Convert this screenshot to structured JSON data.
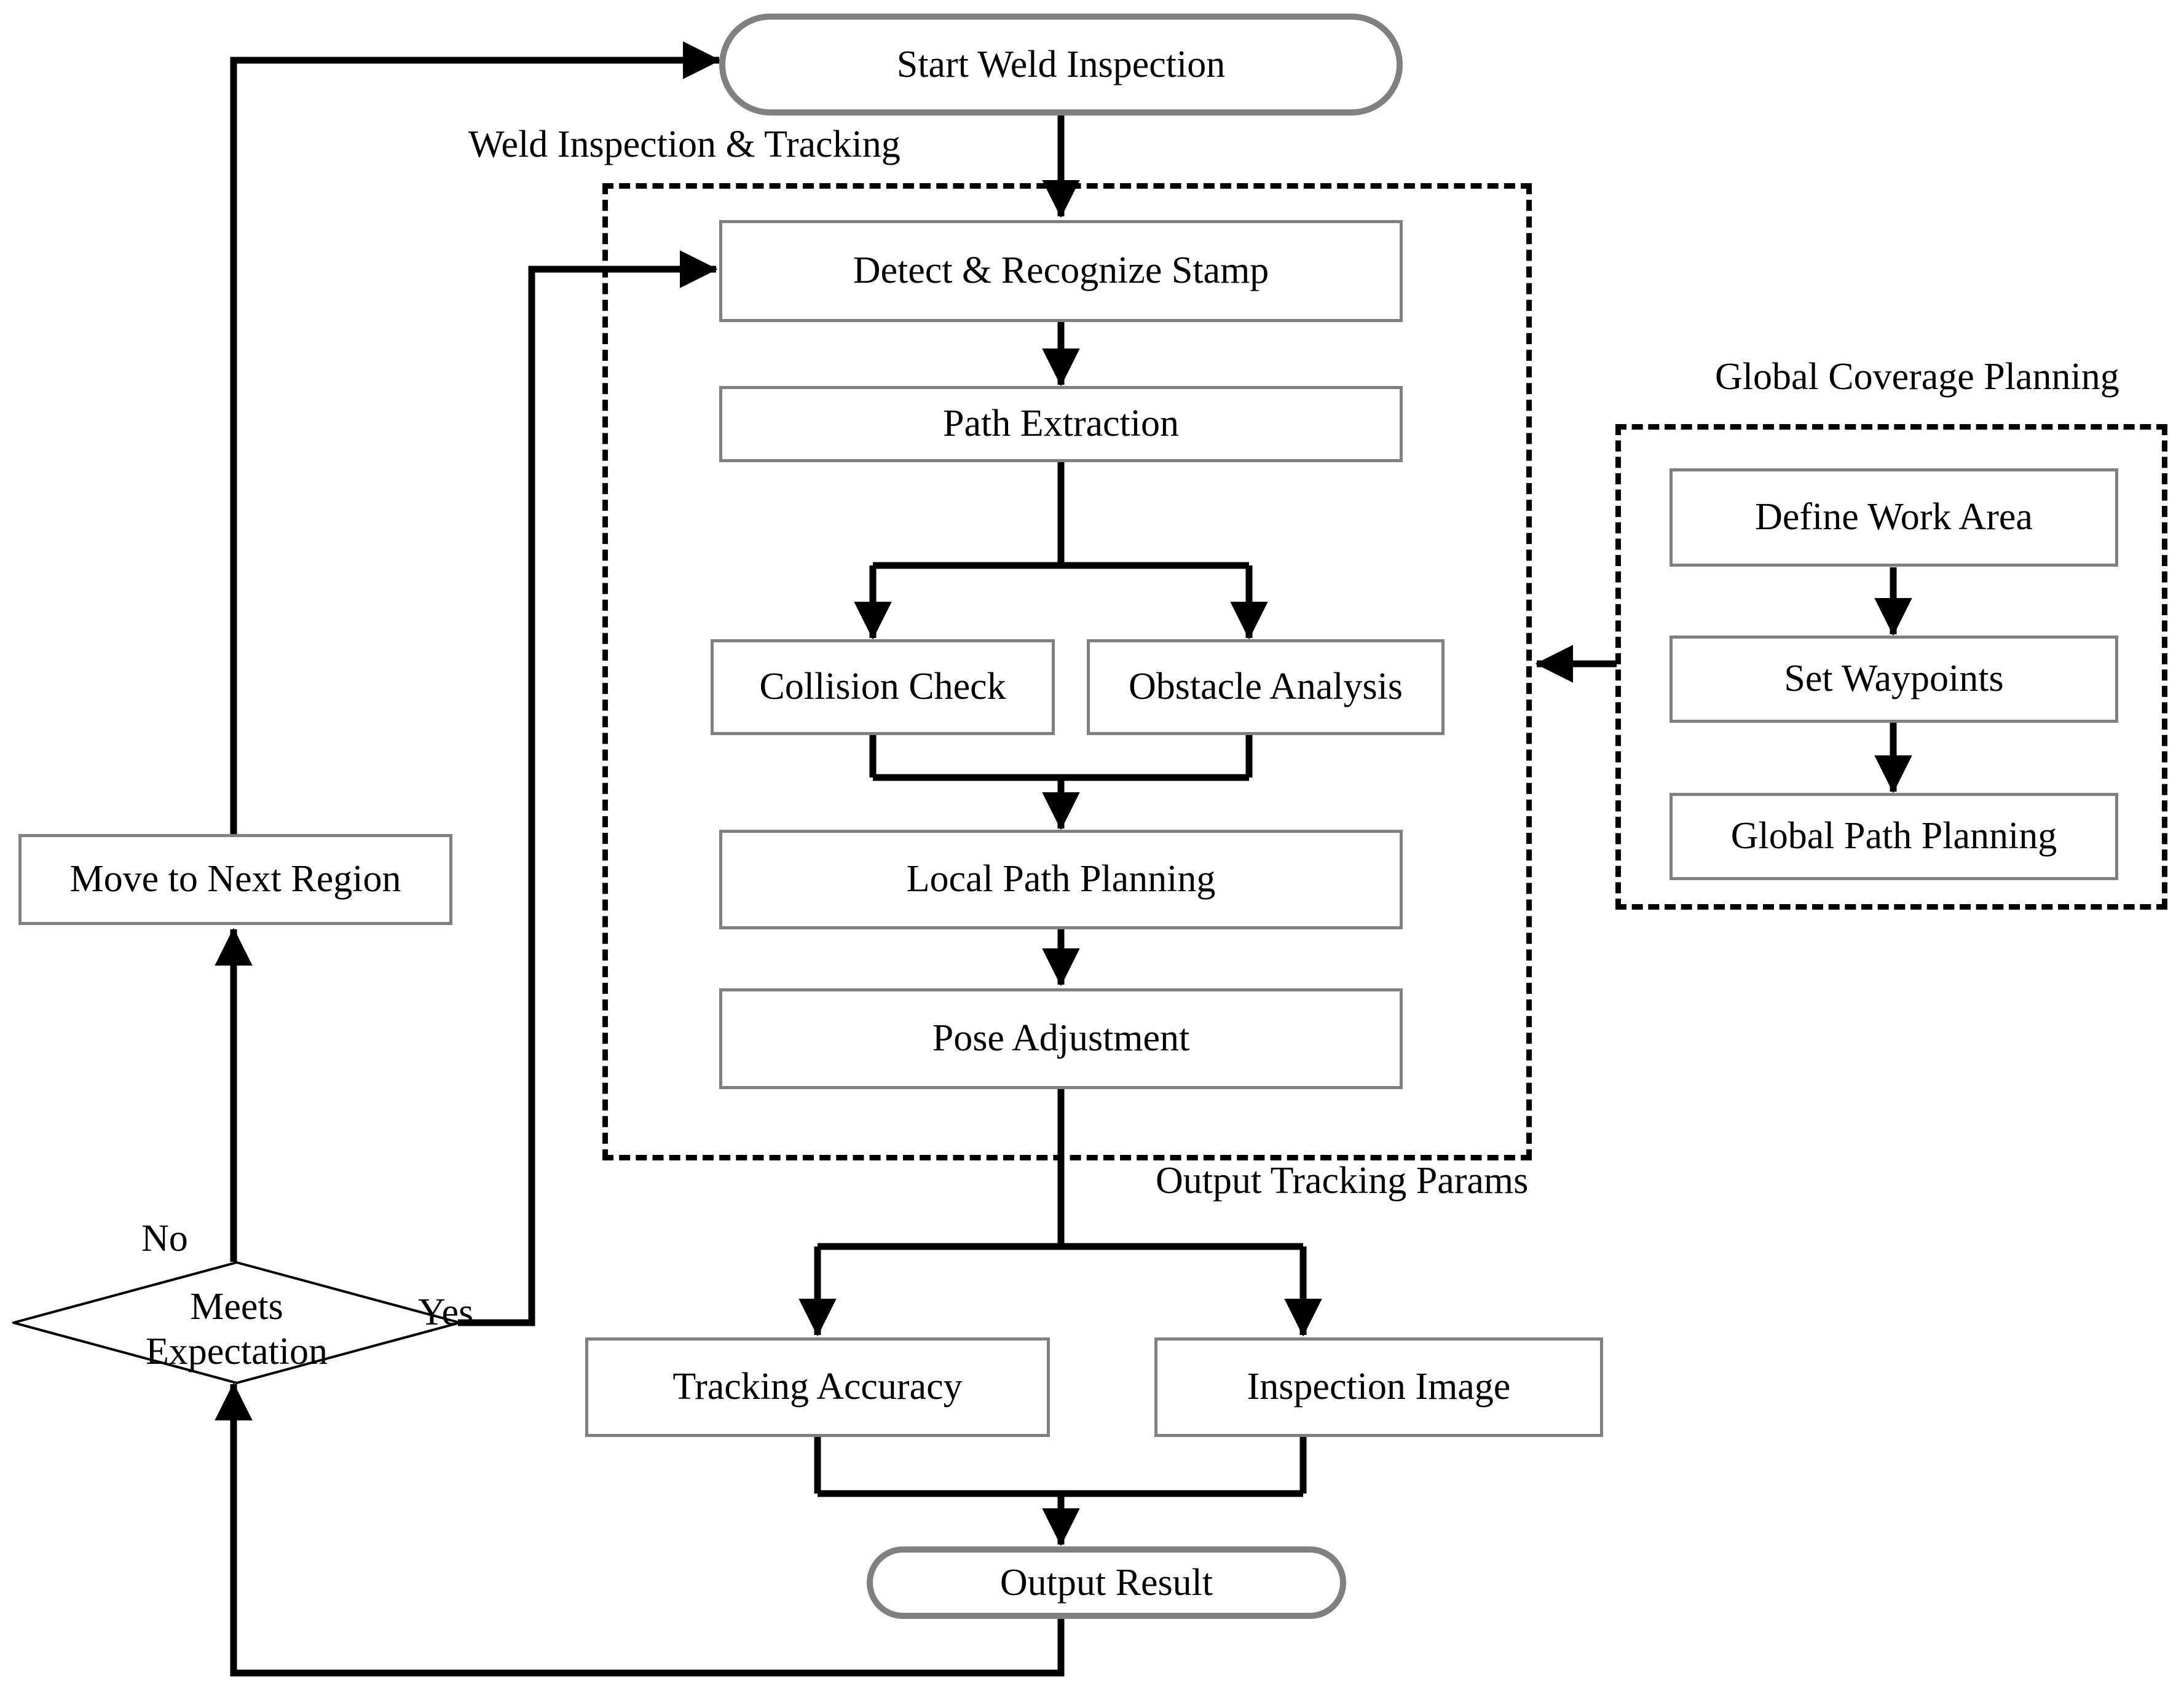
{
  "diagram": {
    "title": "Weld Inspection and Tracking Flowchart",
    "type": "flowchart",
    "colors": {
      "process_border": "#808080",
      "terminator_border": "#808080",
      "connector": "#000000",
      "group_border": "#000000",
      "background": "#ffffff",
      "text": "#000000"
    }
  },
  "nodes": {
    "start": {
      "label": "Start Weld Inspection",
      "shape": "terminator"
    },
    "detect": {
      "label": "Detect & Recognize Stamp",
      "shape": "process"
    },
    "path_extraction": {
      "label": "Path Extraction",
      "shape": "process"
    },
    "collision": {
      "label": "Collision Check",
      "shape": "process"
    },
    "obstacle": {
      "label": "Obstacle Analysis",
      "shape": "process"
    },
    "local_path": {
      "label": "Local Path Planning",
      "shape": "process"
    },
    "pose": {
      "label": "Pose Adjustment",
      "shape": "process"
    },
    "tracking_accuracy": {
      "label": "Tracking Accuracy",
      "shape": "process"
    },
    "inspection_image": {
      "label": "Inspection Image",
      "shape": "process"
    },
    "output_result": {
      "label": "Output Result",
      "shape": "terminator"
    },
    "move_next": {
      "label": "Move to Next Region",
      "shape": "process"
    },
    "decision": {
      "label_line1": "Meets",
      "label_line2": "Expectation",
      "shape": "decision"
    },
    "define_work_area": {
      "label": "Define Work Area",
      "shape": "process"
    },
    "set_waypoints": {
      "label": "Set Waypoints",
      "shape": "process"
    },
    "global_path_planning": {
      "label": "Global Path Planning",
      "shape": "process"
    }
  },
  "groups": {
    "weld_inspection": {
      "label": "Weld Inspection & Tracking",
      "style": "dashed"
    },
    "global_coverage": {
      "label": "Global Coverage Planning",
      "style": "dashed"
    }
  },
  "edge_labels": {
    "no": "No",
    "yes": "Yes",
    "output_tracking_params": "Output Tracking Params"
  }
}
